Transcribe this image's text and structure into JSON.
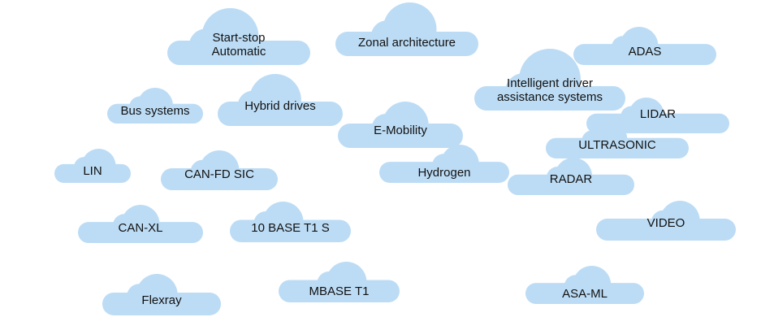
{
  "diagram": {
    "fill_color": "#bcdcf5",
    "text_color": "#111111",
    "clouds": [
      {
        "id": "start-stop",
        "label": "Start-stop\nAutomatic"
      },
      {
        "id": "zonal",
        "label": "Zonal architecture"
      },
      {
        "id": "adas",
        "label": "ADAS"
      },
      {
        "id": "intelligent",
        "label": "Intelligent driver\nassistance systems"
      },
      {
        "id": "bus",
        "label": "Bus systems"
      },
      {
        "id": "hybrid",
        "label": "Hybrid drives"
      },
      {
        "id": "lidar",
        "label": "LIDAR"
      },
      {
        "id": "emobility",
        "label": "E-Mobility"
      },
      {
        "id": "ultrasonic",
        "label": "ULTRASONIC"
      },
      {
        "id": "lin",
        "label": "LIN"
      },
      {
        "id": "canfd",
        "label": "CAN-FD SIC"
      },
      {
        "id": "hydrogen",
        "label": "Hydrogen"
      },
      {
        "id": "radar",
        "label": "RADAR"
      },
      {
        "id": "canxl",
        "label": "CAN-XL"
      },
      {
        "id": "10base",
        "label": "10 BASE T1 S"
      },
      {
        "id": "video",
        "label": "VIDEO"
      },
      {
        "id": "flexray",
        "label": "Flexray"
      },
      {
        "id": "mbase",
        "label": "MBASE T1"
      },
      {
        "id": "asaml",
        "label": "ASA-ML"
      }
    ]
  }
}
